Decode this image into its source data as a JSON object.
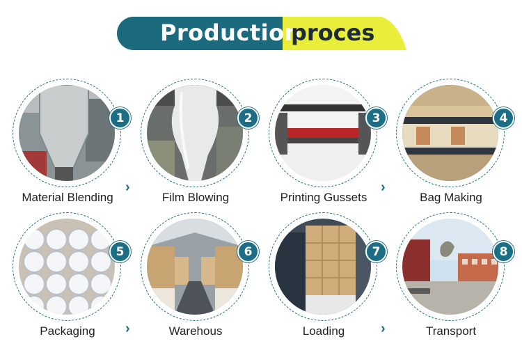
{
  "banner": {
    "title_left": "Production",
    "title_right": "proces",
    "colors": {
      "teal": "#1b6a7e",
      "yellow": "#e8ee3a"
    }
  },
  "steps": [
    {
      "number": "1",
      "label": "Material Blending",
      "icon": "material-blending-photo"
    },
    {
      "number": "2",
      "label": "Film Blowing",
      "icon": "film-blowing-photo"
    },
    {
      "number": "3",
      "label": "Printing Gussets",
      "icon": "printing-gussets-photo"
    },
    {
      "number": "4",
      "label": "Bag Making",
      "icon": "bag-making-photo"
    },
    {
      "number": "5",
      "label": "Packaging",
      "icon": "packaging-photo"
    },
    {
      "number": "6",
      "label": "Warehous",
      "icon": "warehouse-photo"
    },
    {
      "number": "7",
      "label": "Loading",
      "icon": "loading-photo"
    },
    {
      "number": "8",
      "label": "Transport",
      "icon": "transport-photo"
    }
  ],
  "arrow_glyph": "›",
  "accent_color": "#1c6e86"
}
